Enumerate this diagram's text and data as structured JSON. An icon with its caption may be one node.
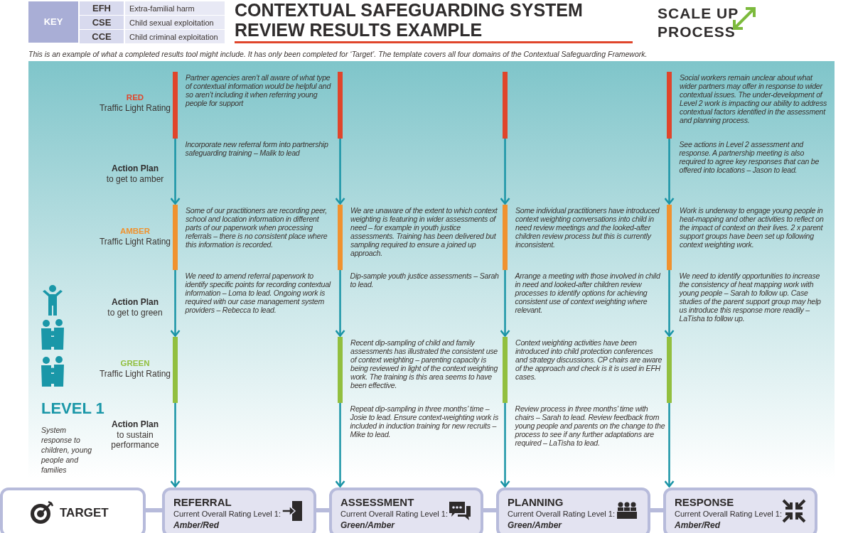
{
  "diagram": {
    "title": "CONTEXTUAL SAFEGUARDING SYSTEM REVIEW RESULTS EXAMPLE",
    "caption": "This is an example of what a completed results tool might include. It has only been completed for ‘Target’. The template covers all four domains of the Contextual Safeguarding Framework.",
    "nodes": [
      {
        "text": [],
        "shape": "bar",
        "beside": [
          "Partner agencies aren’t all aware of what type of contextual information would be helpful and so aren’t including it when referring young people for support"
        ]
      },
      {
        "text": [],
        "shape": "bar",
        "beside": [
          "Some of our practitioners are recording peer, school and location information in different parts of our paperwork when processing referrals – there is no consistent place where this information is recorded."
        ]
      },
      {
        "text": [],
        "shape": "bar"
      },
      {
        "text": [],
        "shape": "bar"
      },
      {
        "text": [],
        "shape": "bar",
        "beside": [
          "We are unaware of the extent to which context weighting is featuring in wider assessments of need – for example in youth justice assessments. Training has been delivered but sampling required to ensure a joined up approach."
        ]
      },
      {
        "text": [],
        "shape": "bar",
        "beside": [
          "Recent dip-sampling of child and family assessments has illustrated the consistent use of context weighting – parenting capacity is being reviewed in light of the context weighting work. The training is this area seems to have been effective."
        ]
      },
      {
        "text": [],
        "shape": "bar"
      },
      {
        "text": [],
        "shape": "bar",
        "beside": [
          "Some individual practitioners have introduced context weighting conversations into child in need review meetings and the looked-after children review process but this is currently inconsistent."
        ]
      },
      {
        "text": [],
        "shape": "bar",
        "beside": [
          "Context weighting activities have been introduced into child protection conferences and strategy discussions. CP chairs are aware of the approach and check is it is used in EFH cases."
        ]
      },
      {
        "text": [],
        "shape": "bar",
        "beside": [
          "Social workers remain unclear about what wider partners may offer in response to wider contextual issues. The under-development of Level 2 work is impacting our ability to address contextual factors identified in the assessment and planning process."
        ]
      },
      {
        "text": [],
        "shape": "bar",
        "beside": [
          "Work is underway to engage young people in heat-mapping and other activities to reflect on the impact of context on their lives. 2 x parent support groups have been set up following context weighting work."
        ]
      },
      {
        "text": [],
        "shape": "bar"
      },
      {
        "text": [
          "TARGET"
        ]
      },
      {
        "text": [
          "REFERRAL",
          "Current Overall Rating Level 1:",
          "Amber/Red"
        ]
      },
      {
        "text": [
          "ASSESSMENT",
          "Current Overall Rating Level 1:",
          "Green/Amber"
        ]
      },
      {
        "text": [
          "PLANNING",
          "Current Overall Rating Level 1:",
          "Green/Amber"
        ]
      },
      {
        "text": [
          "RESPONSE",
          "Current Overall Rating Level 1:",
          "Amber/Red"
        ]
      }
    ],
    "edges": [
      {
        "from": 0,
        "to": 1,
        "arrow": "to",
        "label": "Incorporate new referral form into partnership safeguarding training – Malik to lead"
      },
      {
        "from": 1,
        "to": 2,
        "arrow": "to",
        "label": "We need to amend referral paperwork to identify specific points for recording contextual information – Loma to lead. Ongoing work is required with our case management system providers – Rebecca to lead."
      },
      {
        "from": 2,
        "to": 13,
        "arrow": "to"
      },
      {
        "from": 3,
        "to": 4,
        "arrow": "to"
      },
      {
        "from": 4,
        "to": 5,
        "arrow": "to",
        "label": "Dip-sample youth justice assessments – Sarah to lead."
      },
      {
        "from": 5,
        "to": 14,
        "arrow": "to",
        "label": "Repeat dip-sampling in three months’ time – Josie to lead. Ensure context-weighting work is included in induction training for new recruits – Mike to lead."
      },
      {
        "from": 6,
        "to": 7,
        "arrow": "to"
      },
      {
        "from": 7,
        "to": 8,
        "arrow": "to",
        "label": "Arrange a meeting with those involved in child in need and looked-after children review processes to identify options for achieving consistent use of context weighting where relevant."
      },
      {
        "from": 8,
        "to": 15,
        "arrow": "to",
        "label": "Review process in three months’ time with chairs – Sarah to lead. Review feedback from young people and parents on the change to the process to see if any further adaptations are required – LaTisha to lead."
      },
      {
        "from": 9,
        "to": 10,
        "arrow": "to",
        "label": "See actions in Level 2 assessment and response. A partnership meeting is also required to agree key responses that can be offered into locations – Jason to lead."
      },
      {
        "from": 10,
        "to": 11,
        "arrow": "to",
        "label": "We need to identify opportunities to increase the consistency of heat mapping work with young people – Sarah to follow up. Case studies of the parent support group may help us introduce this response more readily – LaTisha to follow up."
      },
      {
        "from": 11,
        "to": 16,
        "arrow": "to"
      },
      {
        "from": 12,
        "to": 13,
        "arrow": "none",
        "style": "thick",
        "color": "#b7bbdb"
      },
      {
        "from": 13,
        "to": 14,
        "arrow": "none",
        "style": "thick",
        "color": "#b7bbdb"
      },
      {
        "from": 14,
        "to": 15,
        "arrow": "none",
        "style": "thick",
        "color": "#b7bbdb"
      },
      {
        "from": 15,
        "to": 16,
        "arrow": "none",
        "style": "thick",
        "color": "#b7bbdb"
      }
    ],
    "labels": [
      "KEY",
      "EFH",
      "Extra-familial harm",
      "CSE",
      "Child sexual exploitation",
      "CCE",
      "Child criminal exploitation",
      "SCALE UP PROCESS",
      "RED",
      "Traffic Light Rating",
      "Action Plan",
      "to get to amber",
      "AMBER",
      "Traffic Light Rating",
      "Action Plan",
      "to get to green",
      "GREEN",
      "Traffic Light Rating",
      "Action Plan",
      "to sustain performance",
      "LEVEL 1",
      "System response to children, young people and families"
    ]
  }
}
